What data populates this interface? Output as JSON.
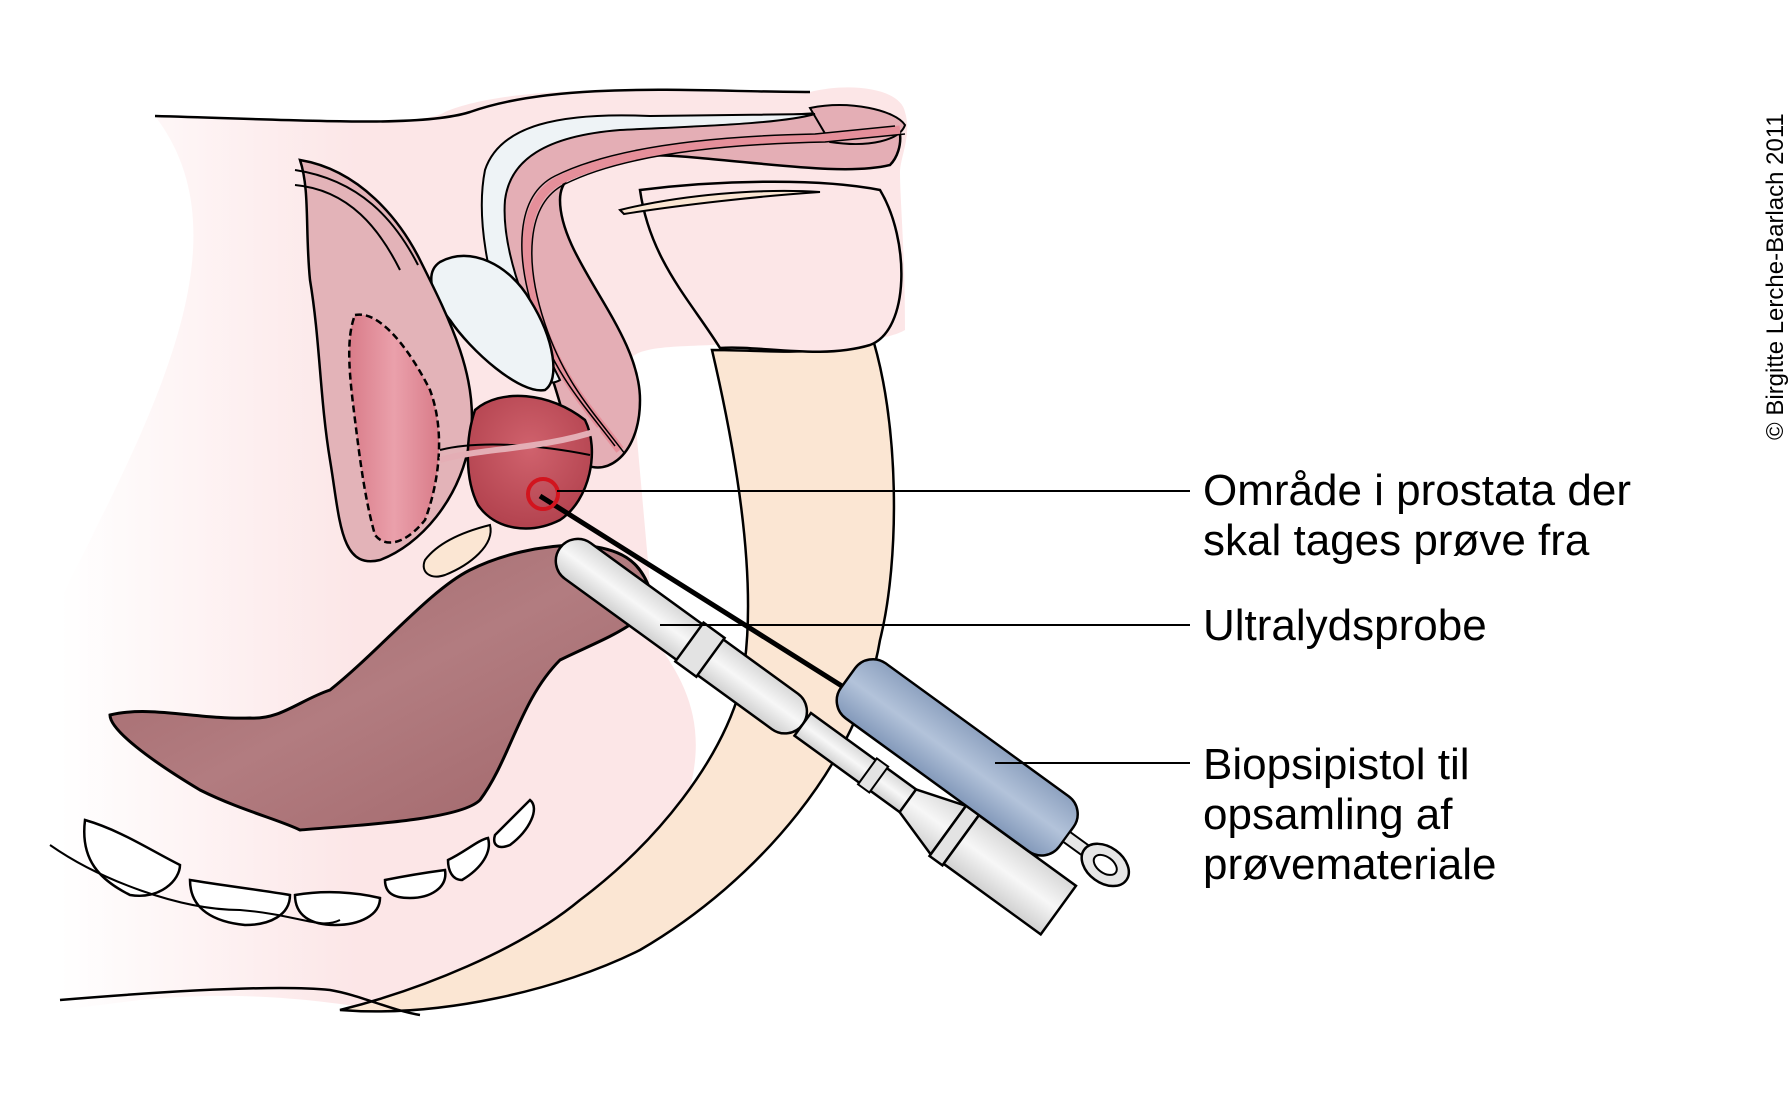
{
  "figure": {
    "subject": "Transrectal ultrasound-guided prostate biopsy",
    "labels": [
      {
        "id": "target-area",
        "lines": [
          "Område i prostata der",
          "skal tages prøve fra"
        ]
      },
      {
        "id": "ultrasound-probe",
        "lines": [
          "Ultralydsprobe"
        ]
      },
      {
        "id": "biopsy-gun",
        "lines": [
          "Biopsipistol til",
          "opsamling af",
          "prøvemateriale"
        ]
      }
    ],
    "copyright": "© Birgitte Lerche-Barlach 2011"
  },
  "colors": {
    "skin": "#fce6e7",
    "bone_peach": "#fbe6d3",
    "bladder_wall": "#e3b3b8",
    "bladder_lumen": "#e6919d",
    "prostate": "#c4525f",
    "rectum": "#ab7478",
    "penis_tissue": "#e4aeb5",
    "urethra": "#e58f9a",
    "symphysis": "#eef3f6",
    "probe": "#e9e9e9",
    "gun": "#9eb2cf",
    "target_ring": "#d2141e",
    "outline": "#000000"
  }
}
